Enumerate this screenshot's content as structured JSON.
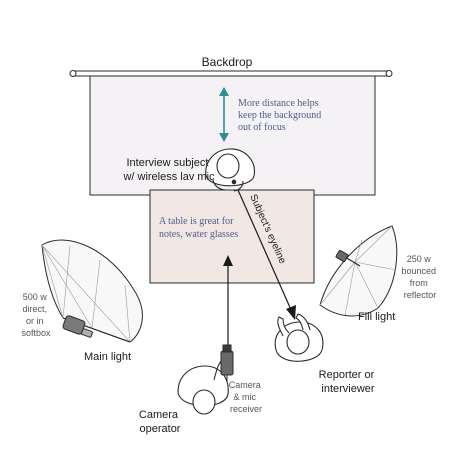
{
  "labels": {
    "backdrop": "Backdrop",
    "distance_note": [
      "More distance helps",
      "keep the background",
      "out of focus"
    ],
    "subject": [
      "Interview subject",
      "w/ wireless lav mic"
    ],
    "table_note": [
      "A table is great for",
      "notes, water glasses"
    ],
    "eyeline": "Subject's eyeline",
    "main_light_spec": [
      "500 w",
      "direct,",
      "or in",
      "softbox"
    ],
    "main_light": "Main light",
    "fill_light_spec": [
      "250 w",
      "bounced",
      "from",
      "reflector"
    ],
    "fill_light": "Fill light",
    "camera_spec": [
      "Camera",
      "& mic",
      "receiver"
    ],
    "camera_operator": [
      "Camera",
      "operator"
    ],
    "reporter": [
      "Reporter or",
      "interviewer"
    ]
  },
  "colors": {
    "backdrop_fill": "#f4f2f4",
    "table_fill": "#f1e8e4",
    "annotation_text": "#4d5d8e",
    "teal_arrow": "#2e8e96",
    "outline": "#2a2a2a",
    "light_fill": "#f8f8f8",
    "label_text": "#1b1b1b",
    "small_text": "#555555"
  }
}
